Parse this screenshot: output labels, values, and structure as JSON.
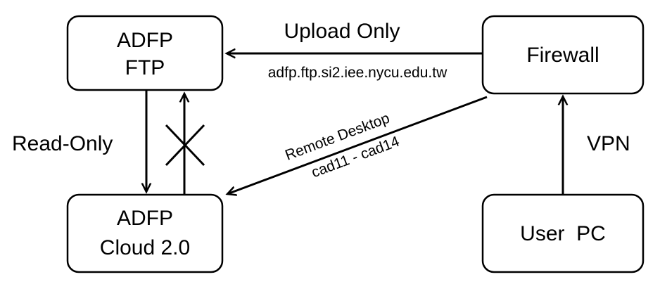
{
  "nodes": {
    "ftp": {
      "line1": "ADFP",
      "line2": "FTP"
    },
    "cloud": {
      "line1": "ADFP",
      "line2": "Cloud 2.0"
    },
    "firewall": {
      "label": "Firewall"
    },
    "user_pc": {
      "label": "User  PC"
    }
  },
  "edges": {
    "upload": {
      "label": "Upload Only",
      "host": "adfp.ftp.si2.iee.nycu.edu.tw"
    },
    "read_only": {
      "label": "Read-Only"
    },
    "remote_desktop": {
      "label": "Remote Desktop",
      "hosts": "cad11 - cad14"
    },
    "vpn": {
      "label": "VPN"
    }
  },
  "colors": {
    "stroke": "#000000",
    "background": "#ffffff"
  }
}
